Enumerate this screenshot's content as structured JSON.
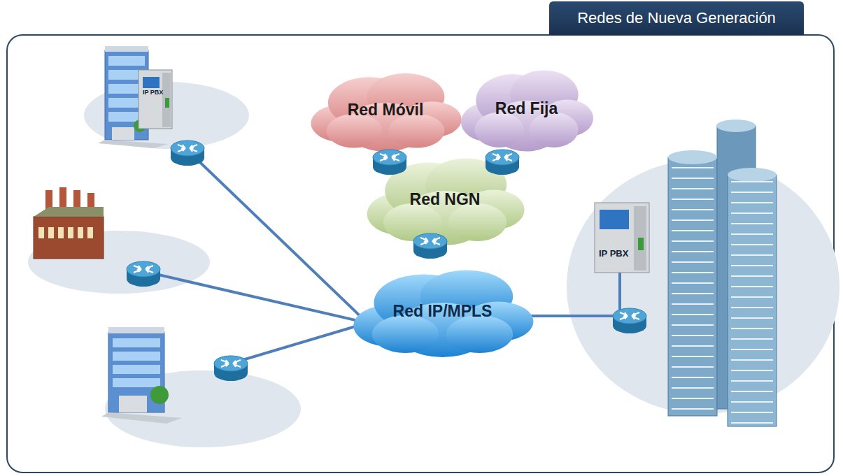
{
  "diagram": {
    "title": "Redes de Nueva Generación",
    "nodes": [
      {
        "text": [
          "Red Móvil"
        ]
      },
      {
        "text": [
          "Red Fija"
        ]
      },
      {
        "text": [
          "Red NGN"
        ]
      },
      {
        "text": [
          "Red IP/MPLS"
        ]
      }
    ],
    "labels": [
      "IP PBX",
      "IP PBX"
    ]
  }
}
